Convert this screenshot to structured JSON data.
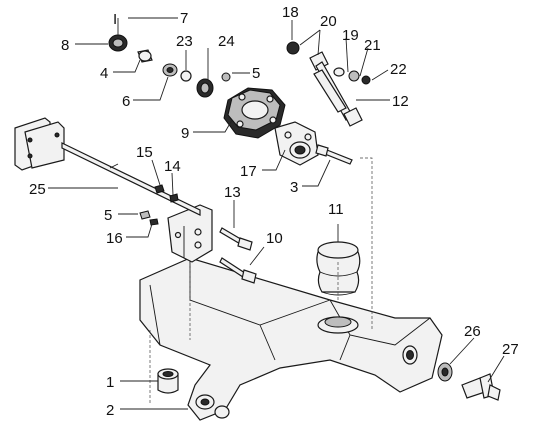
{
  "diagram": {
    "callouts": [
      {
        "id": "7",
        "text": "7"
      },
      {
        "id": "8",
        "text": "8"
      },
      {
        "id": "4",
        "text": "4"
      },
      {
        "id": "23",
        "text": "23"
      },
      {
        "id": "24",
        "text": "24"
      },
      {
        "id": "5a",
        "text": "5"
      },
      {
        "id": "6",
        "text": "6"
      },
      {
        "id": "9",
        "text": "9"
      },
      {
        "id": "18",
        "text": "18"
      },
      {
        "id": "20",
        "text": "20"
      },
      {
        "id": "19",
        "text": "19"
      },
      {
        "id": "21",
        "text": "21"
      },
      {
        "id": "22",
        "text": "22"
      },
      {
        "id": "12",
        "text": "12"
      },
      {
        "id": "17",
        "text": "17"
      },
      {
        "id": "3",
        "text": "3"
      },
      {
        "id": "15",
        "text": "15"
      },
      {
        "id": "14",
        "text": "14"
      },
      {
        "id": "25",
        "text": "25"
      },
      {
        "id": "13",
        "text": "13"
      },
      {
        "id": "11",
        "text": "11"
      },
      {
        "id": "5b",
        "text": "5"
      },
      {
        "id": "16",
        "text": "16"
      },
      {
        "id": "10",
        "text": "10"
      },
      {
        "id": "26",
        "text": "26"
      },
      {
        "id": "27",
        "text": "27"
      },
      {
        "id": "1",
        "text": "1"
      },
      {
        "id": "2",
        "text": "2"
      }
    ]
  }
}
